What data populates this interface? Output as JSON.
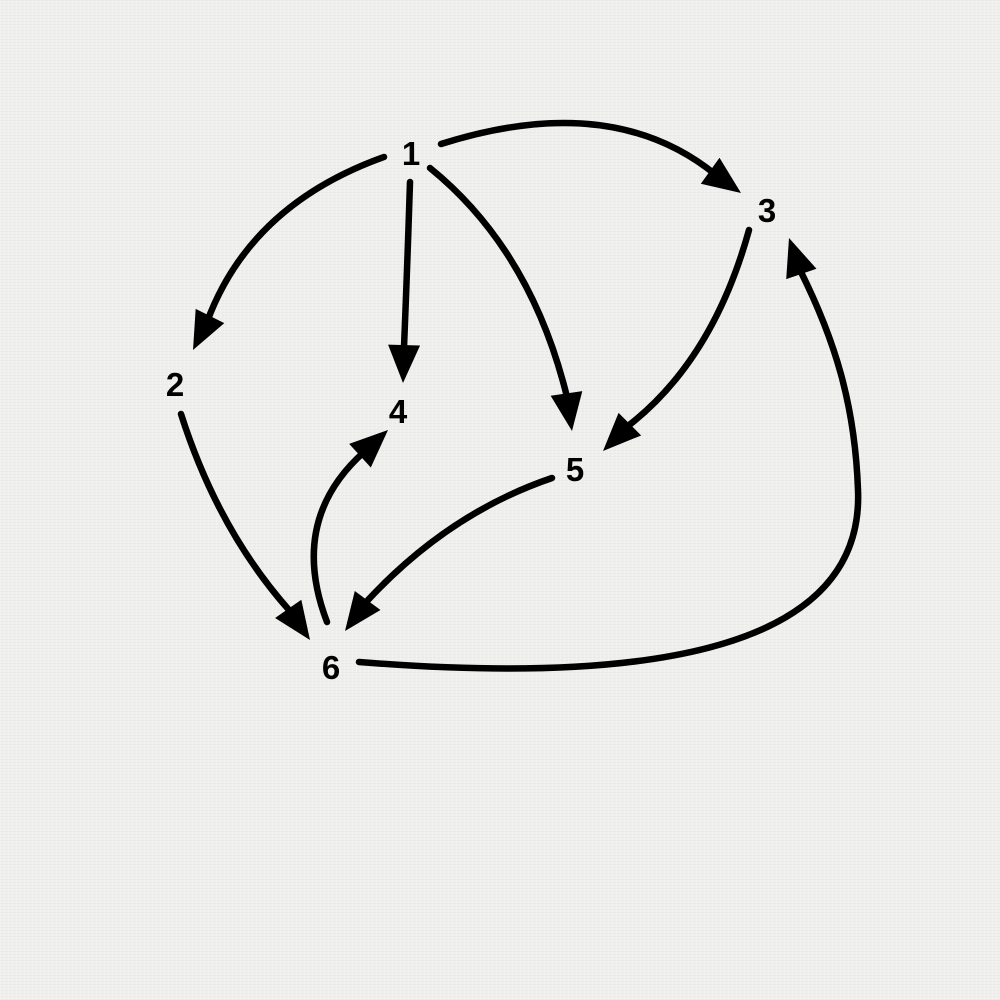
{
  "diagram": {
    "type": "directed-graph",
    "nodes": [
      {
        "id": "1",
        "label": "1"
      },
      {
        "id": "2",
        "label": "2"
      },
      {
        "id": "3",
        "label": "3"
      },
      {
        "id": "4",
        "label": "4"
      },
      {
        "id": "5",
        "label": "5"
      },
      {
        "id": "6",
        "label": "6"
      }
    ],
    "edges": [
      {
        "from": "1",
        "to": "2"
      },
      {
        "from": "1",
        "to": "3"
      },
      {
        "from": "1",
        "to": "4"
      },
      {
        "from": "1",
        "to": "5"
      },
      {
        "from": "3",
        "to": "5"
      },
      {
        "from": "2",
        "to": "6"
      },
      {
        "from": "5",
        "to": "6"
      },
      {
        "from": "6",
        "to": "4"
      },
      {
        "from": "6",
        "to": "3"
      }
    ],
    "colors": {
      "background": "#efefed",
      "ink": "#000000"
    }
  }
}
